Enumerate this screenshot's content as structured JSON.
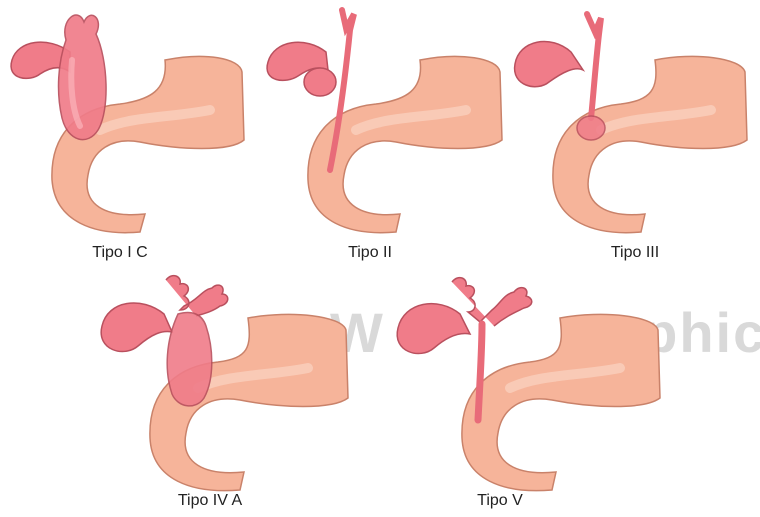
{
  "colors": {
    "duodenum_fill": "#f6b49a",
    "duodenum_stroke": "#c9826a",
    "duodenum_highlight": "#fbd3c2",
    "bile_fill": "#f07c89",
    "bile_stroke": "#b9505e",
    "bile_highlight": "#fbb3bb",
    "watermark": "#d9d9d9"
  },
  "watermark": {
    "left_text": "W",
    "right_text": "aphic"
  },
  "panels": [
    {
      "label": "Tipo I C",
      "variant": "type1c"
    },
    {
      "label": "Tipo II",
      "variant": "type2"
    },
    {
      "label": "Tipo III",
      "variant": "type3"
    },
    {
      "label": "Tipo IV A",
      "variant": "type4a"
    },
    {
      "label": "Tipo V",
      "variant": "type5"
    }
  ]
}
